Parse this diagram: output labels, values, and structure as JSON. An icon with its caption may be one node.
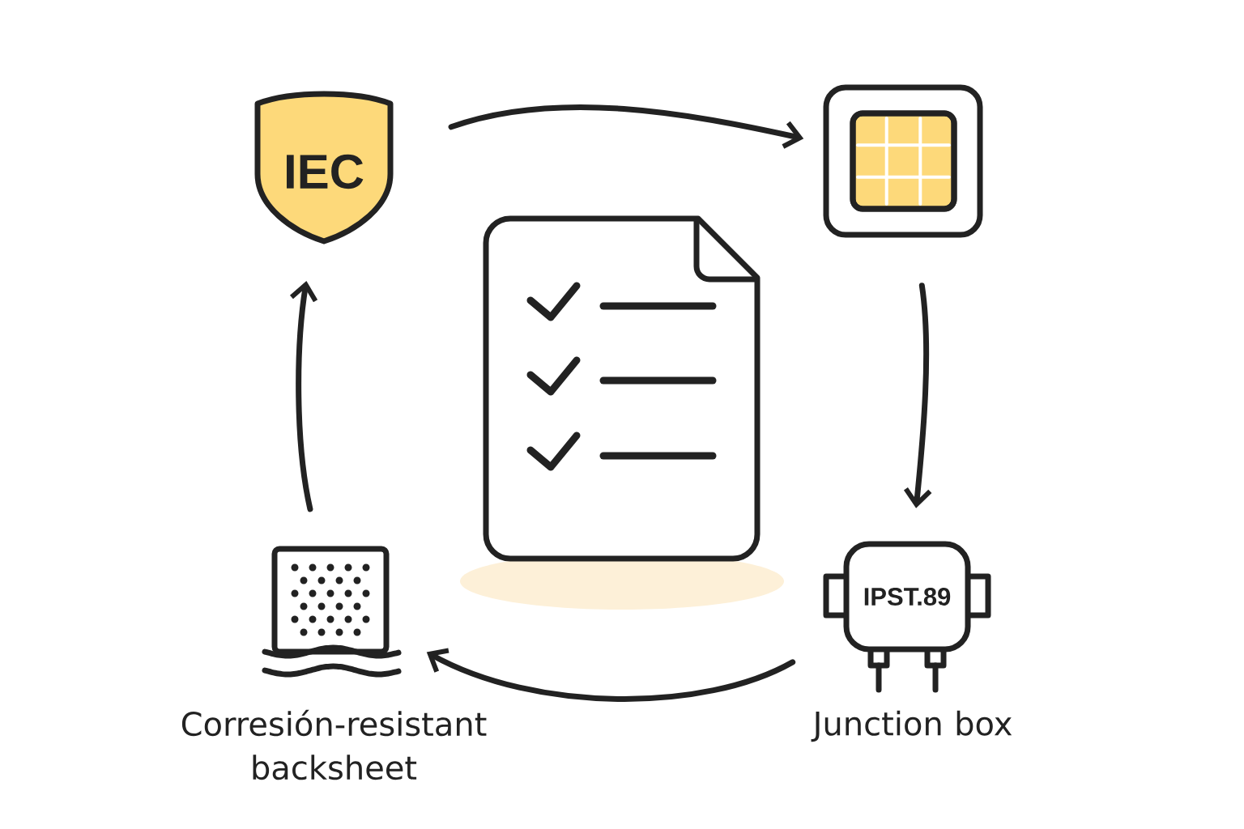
{
  "diagram": {
    "nodes": [
      {
        "text": [
          "IEC"
        ]
      },
      {
        "text": [],
        "shape": "picture"
      },
      {
        "text": [
          "IPST.89"
        ],
        "beside": [
          "Junction box"
        ]
      },
      {
        "text": [],
        "shape": "picture",
        "beside": [
          "Corresión-resistant backsheet"
        ]
      }
    ],
    "edges": [
      {
        "from": 0,
        "to": 1,
        "arrow": "to"
      },
      {
        "from": 1,
        "to": 2,
        "arrow": "to"
      },
      {
        "from": 2,
        "to": 3,
        "arrow": "to"
      },
      {
        "from": 3,
        "to": 0,
        "arrow": "to"
      }
    ]
  }
}
